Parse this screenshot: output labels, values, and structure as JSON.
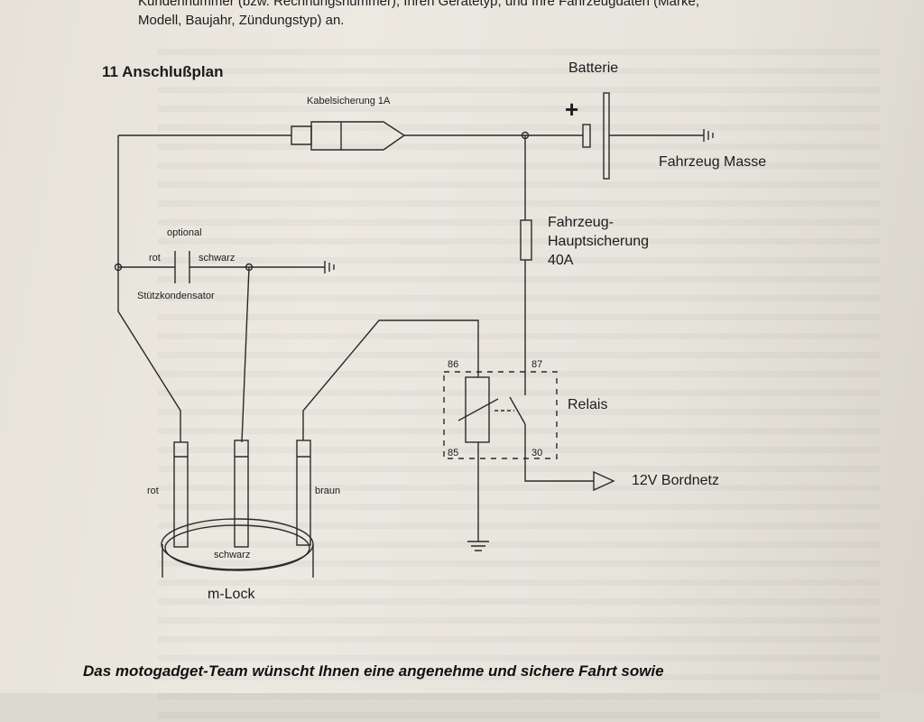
{
  "intro_text": {
    "line1": "Kundennummer (bzw. Rechnungsnummer), Ihren Gerätetyp, und Ihre Fahrzeugdaten (Marke,",
    "line2": "Modell, Baujahr, Zündungstyp) an."
  },
  "section": {
    "title": "11 Anschlußplan"
  },
  "diagram": {
    "fuse_label": "Kabelsicherung 1A",
    "battery_label": "Batterie",
    "plus_sign": "+",
    "ground_label": "Fahrzeug Masse",
    "main_fuse_label_1": "Fahrzeug-",
    "main_fuse_label_2": "Hauptsicherung",
    "main_fuse_label_3": "40A",
    "optional_label": "optional",
    "cap_rot_label": "rot",
    "cap_schwarz_label": "schwarz",
    "capacitor_label": "Stützkondensator",
    "relay_label": "Relais",
    "pin_86": "86",
    "pin_87": "87",
    "pin_85": "85",
    "pin_30": "30",
    "bordnetz_label": "12V Bordnetz",
    "wire_rot": "rot",
    "wire_schwarz": "schwarz",
    "wire_braun": "braun",
    "device_label": "m-Lock"
  },
  "footer": {
    "text": "Das motogadget-Team wünscht Ihnen eine angenehme und sichere Fahrt sowie"
  }
}
